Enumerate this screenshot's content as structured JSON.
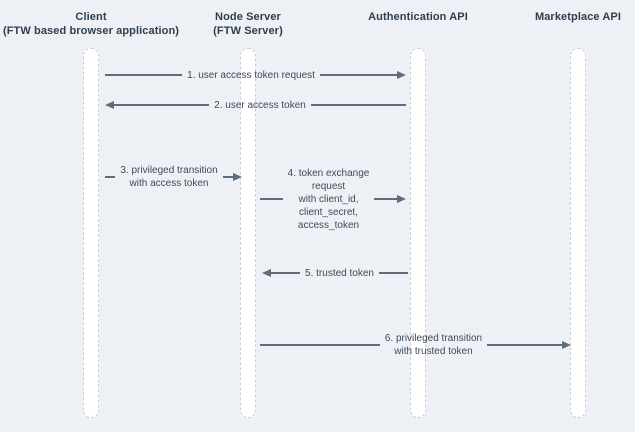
{
  "diagram": {
    "type": "sequence-diagram",
    "colors": {
      "background": "#edf0f4",
      "arrow_line": "#5e6d7c",
      "heading_text": "#2f3e4e",
      "message_text": "#3e4b5a",
      "lifeline_border": "#c8cfd9",
      "lifeline_fill": "#ffffff"
    },
    "participants": [
      {
        "title": "Client",
        "subtitle": "(FTW based browser application)"
      },
      {
        "title": "Node Server",
        "subtitle": "(FTW Server)"
      },
      {
        "title": "Authentication API",
        "subtitle": ""
      },
      {
        "title": "Marketplace API",
        "subtitle": ""
      }
    ],
    "messages": [
      {
        "direction": "right",
        "from": "Client",
        "to": "Authentication API",
        "lines": [
          "1. user access token request"
        ]
      },
      {
        "direction": "left",
        "from": "Authentication API",
        "to": "Client",
        "lines": [
          "2. user access token"
        ]
      },
      {
        "direction": "right",
        "from": "Client",
        "to": "Node Server",
        "lines": [
          "3. privileged transition",
          "with access token"
        ]
      },
      {
        "direction": "right",
        "from": "Node Server",
        "to": "Authentication API",
        "lines": [
          "4. token exchange",
          "request",
          "with client_id,",
          "client_secret,",
          "access_token"
        ]
      },
      {
        "direction": "left",
        "from": "Authentication API",
        "to": "Node Server",
        "lines": [
          "5. trusted token"
        ]
      },
      {
        "direction": "right",
        "from": "Node Server",
        "to": "Marketplace API",
        "lines": [
          "6. privileged transition",
          "with trusted token"
        ]
      }
    ]
  }
}
